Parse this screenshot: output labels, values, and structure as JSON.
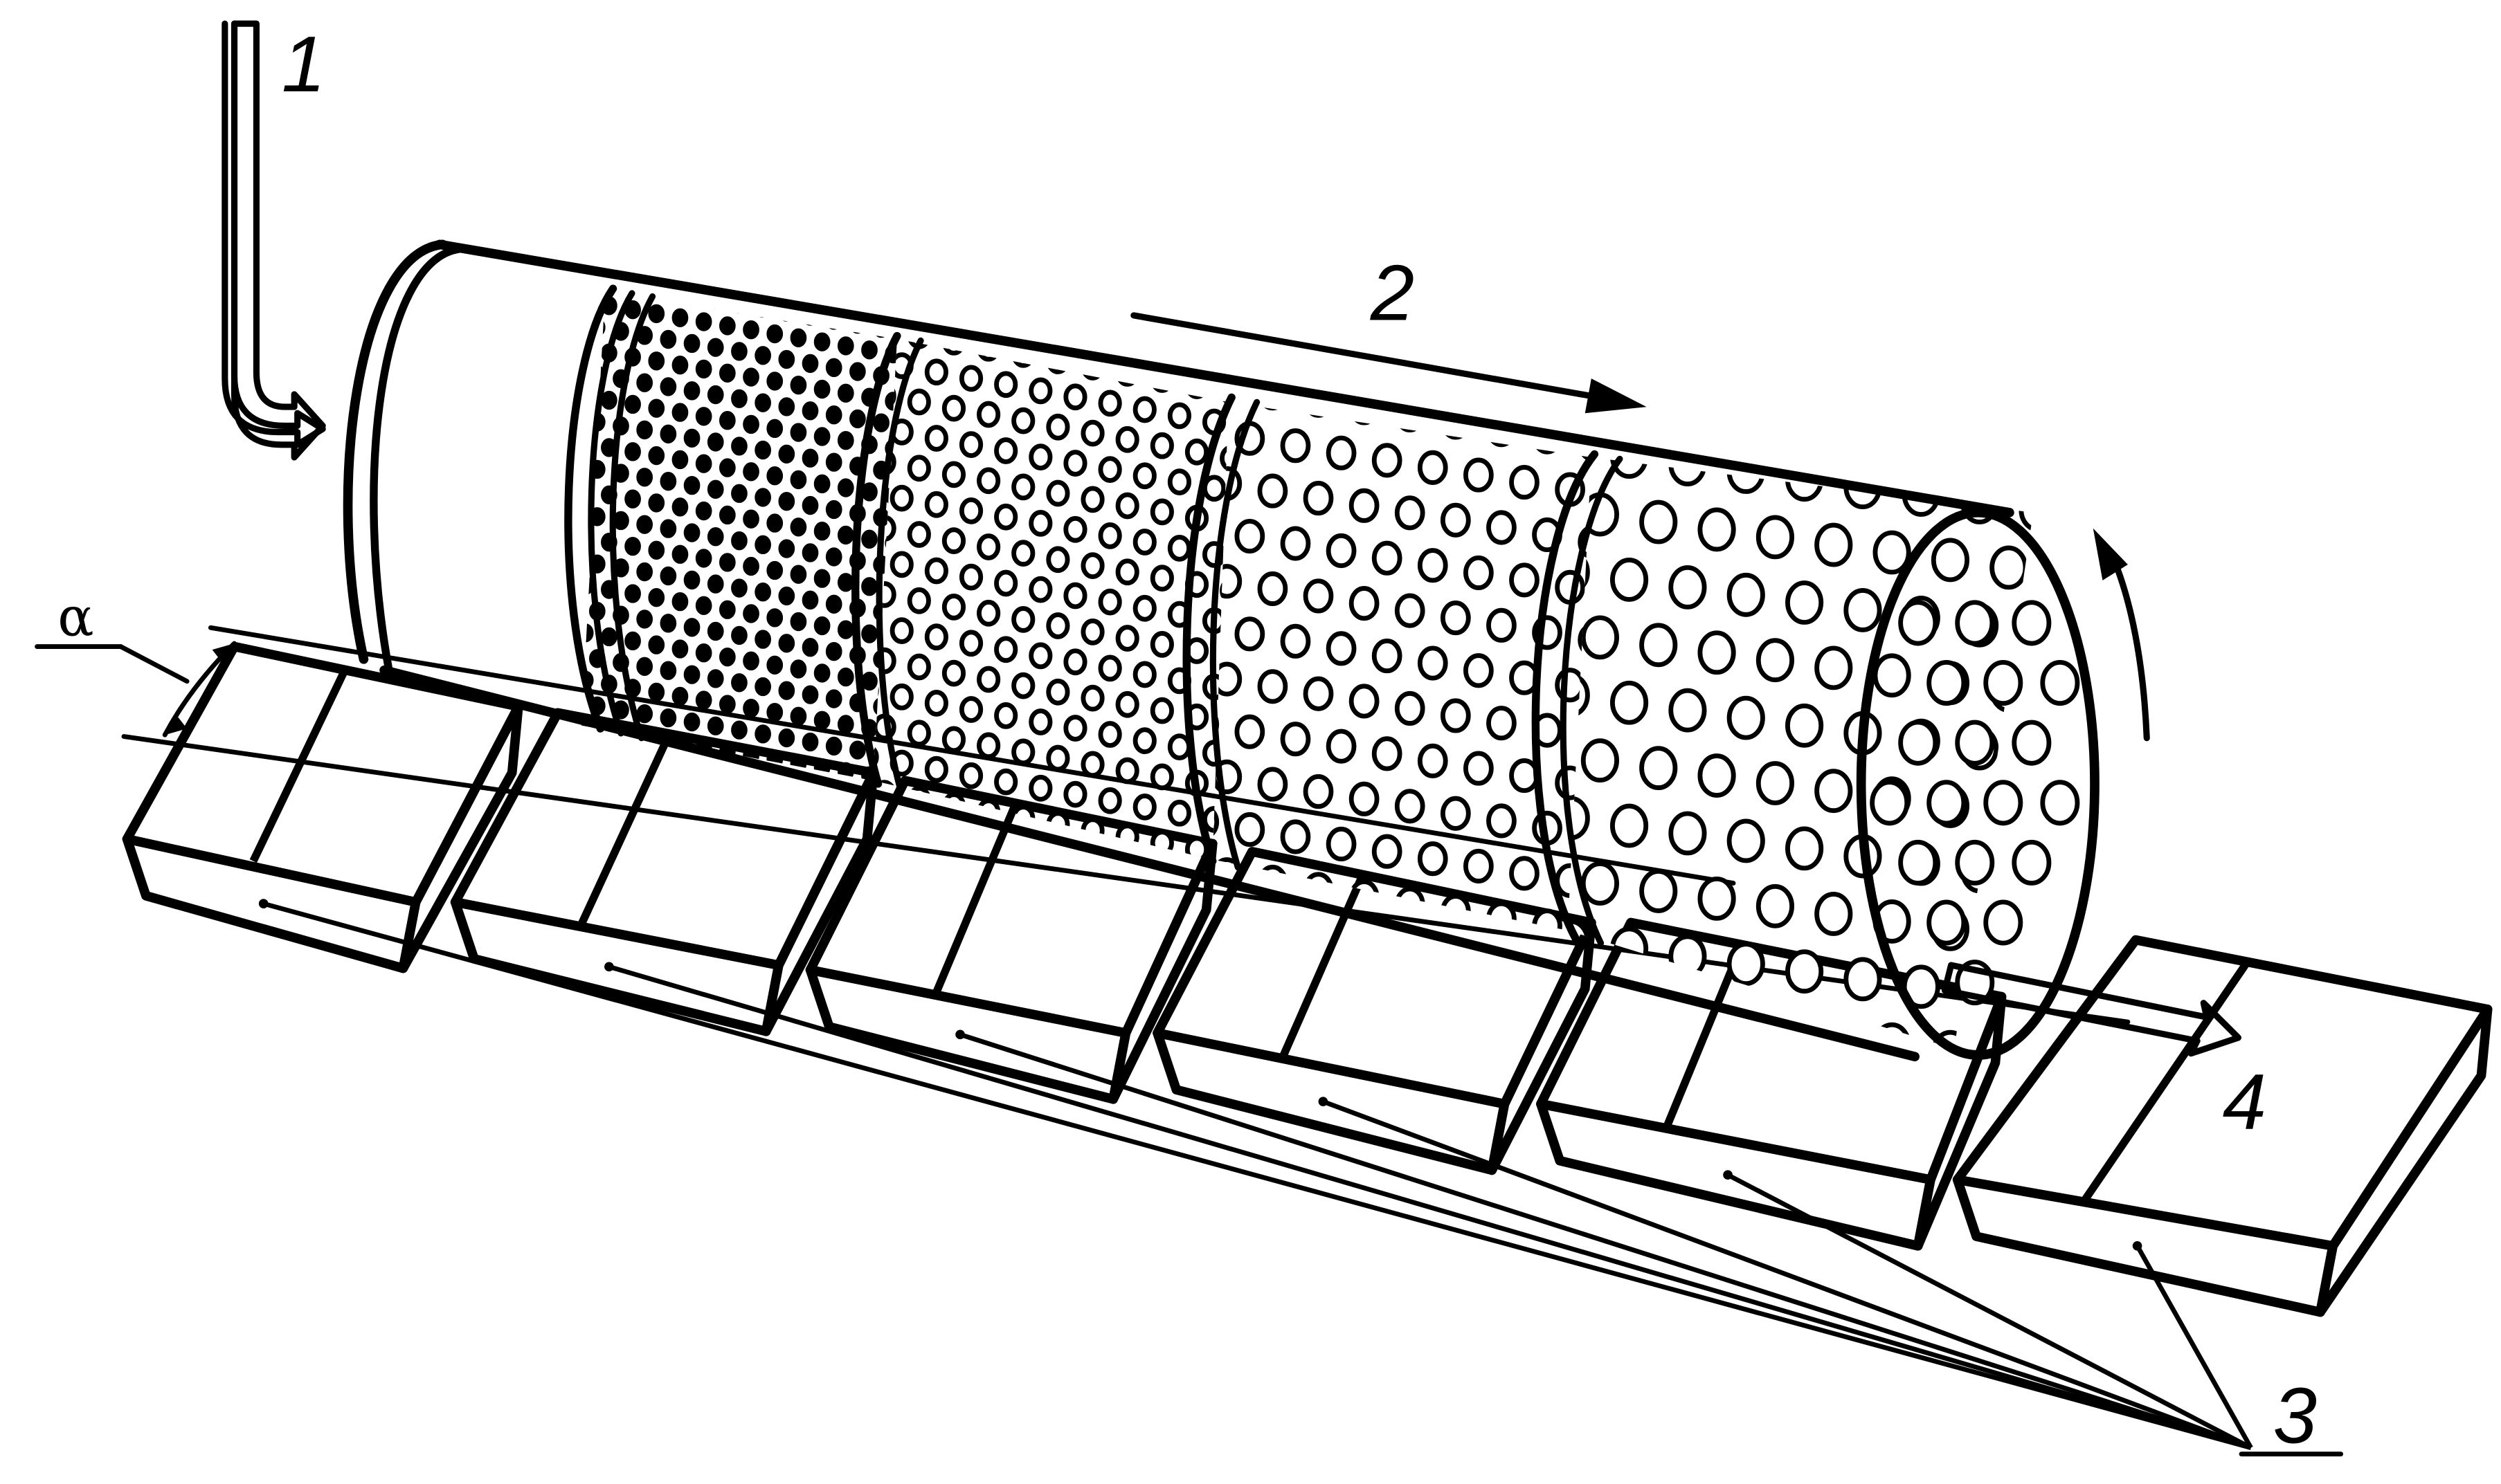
{
  "labels": {
    "feed": "1",
    "motion": "2",
    "trays": "3",
    "oversize": "4",
    "angle": "α"
  },
  "colors": {
    "stroke": "#000000",
    "background": "#ffffff"
  },
  "screen_sections": [
    {
      "mesh": "finest"
    },
    {
      "mesh": "fine"
    },
    {
      "mesh": "medium"
    },
    {
      "mesh": "coarse"
    }
  ],
  "trays_count": 6
}
